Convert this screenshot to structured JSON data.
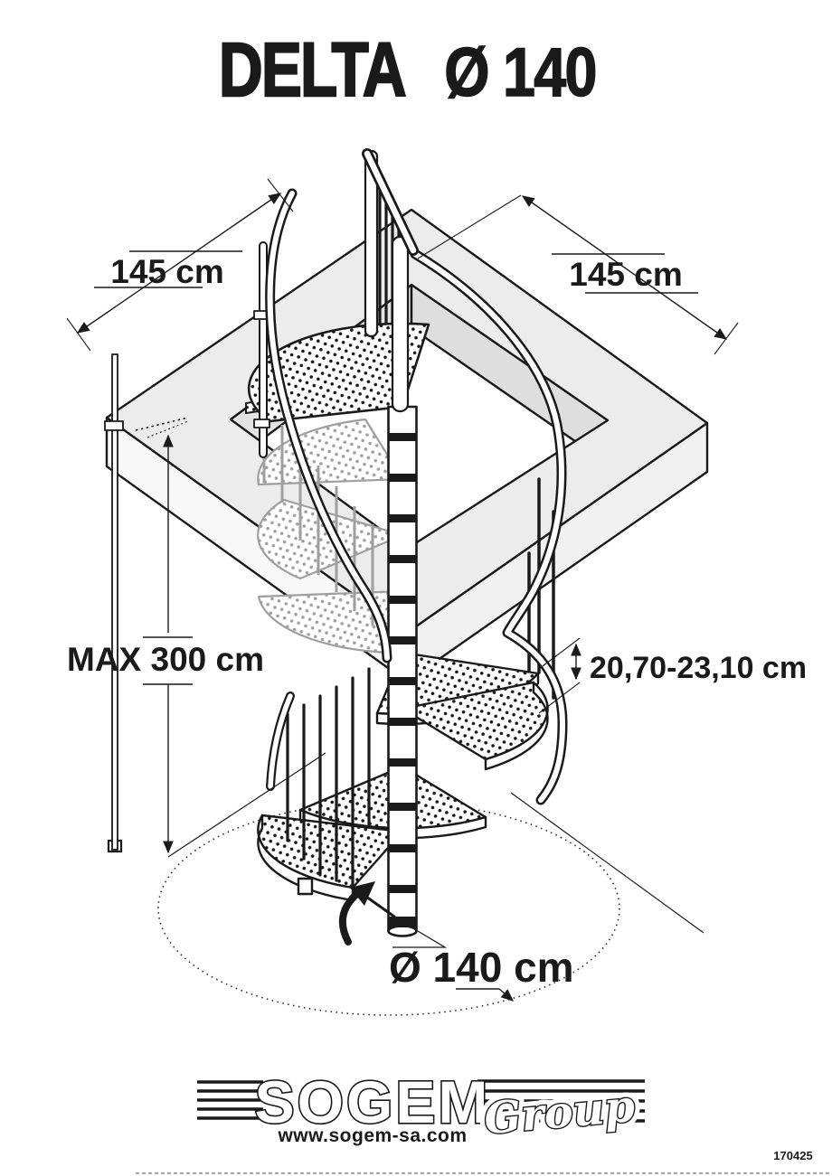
{
  "title": {
    "model": "DELTA",
    "diameter": "Ø 140"
  },
  "dimensions": {
    "opening_width_left": "145 cm",
    "opening_width_right": "145 cm",
    "max_floor_height": "MAX 300 cm",
    "step_height_range": "20,70-23,10 cm",
    "stair_diameter": "Ø 140 cm"
  },
  "logo": {
    "brand": "SOGEM",
    "group": "Group",
    "website": "www.sogem-sa.com"
  },
  "document_number": "170425",
  "colors": {
    "ink": "#1a1a1a",
    "ghost_gray": "#9f9f9f",
    "frame_top_fill": "#ececec",
    "frame_side_fill": "#f6f6f6",
    "background": "#ffffff"
  }
}
